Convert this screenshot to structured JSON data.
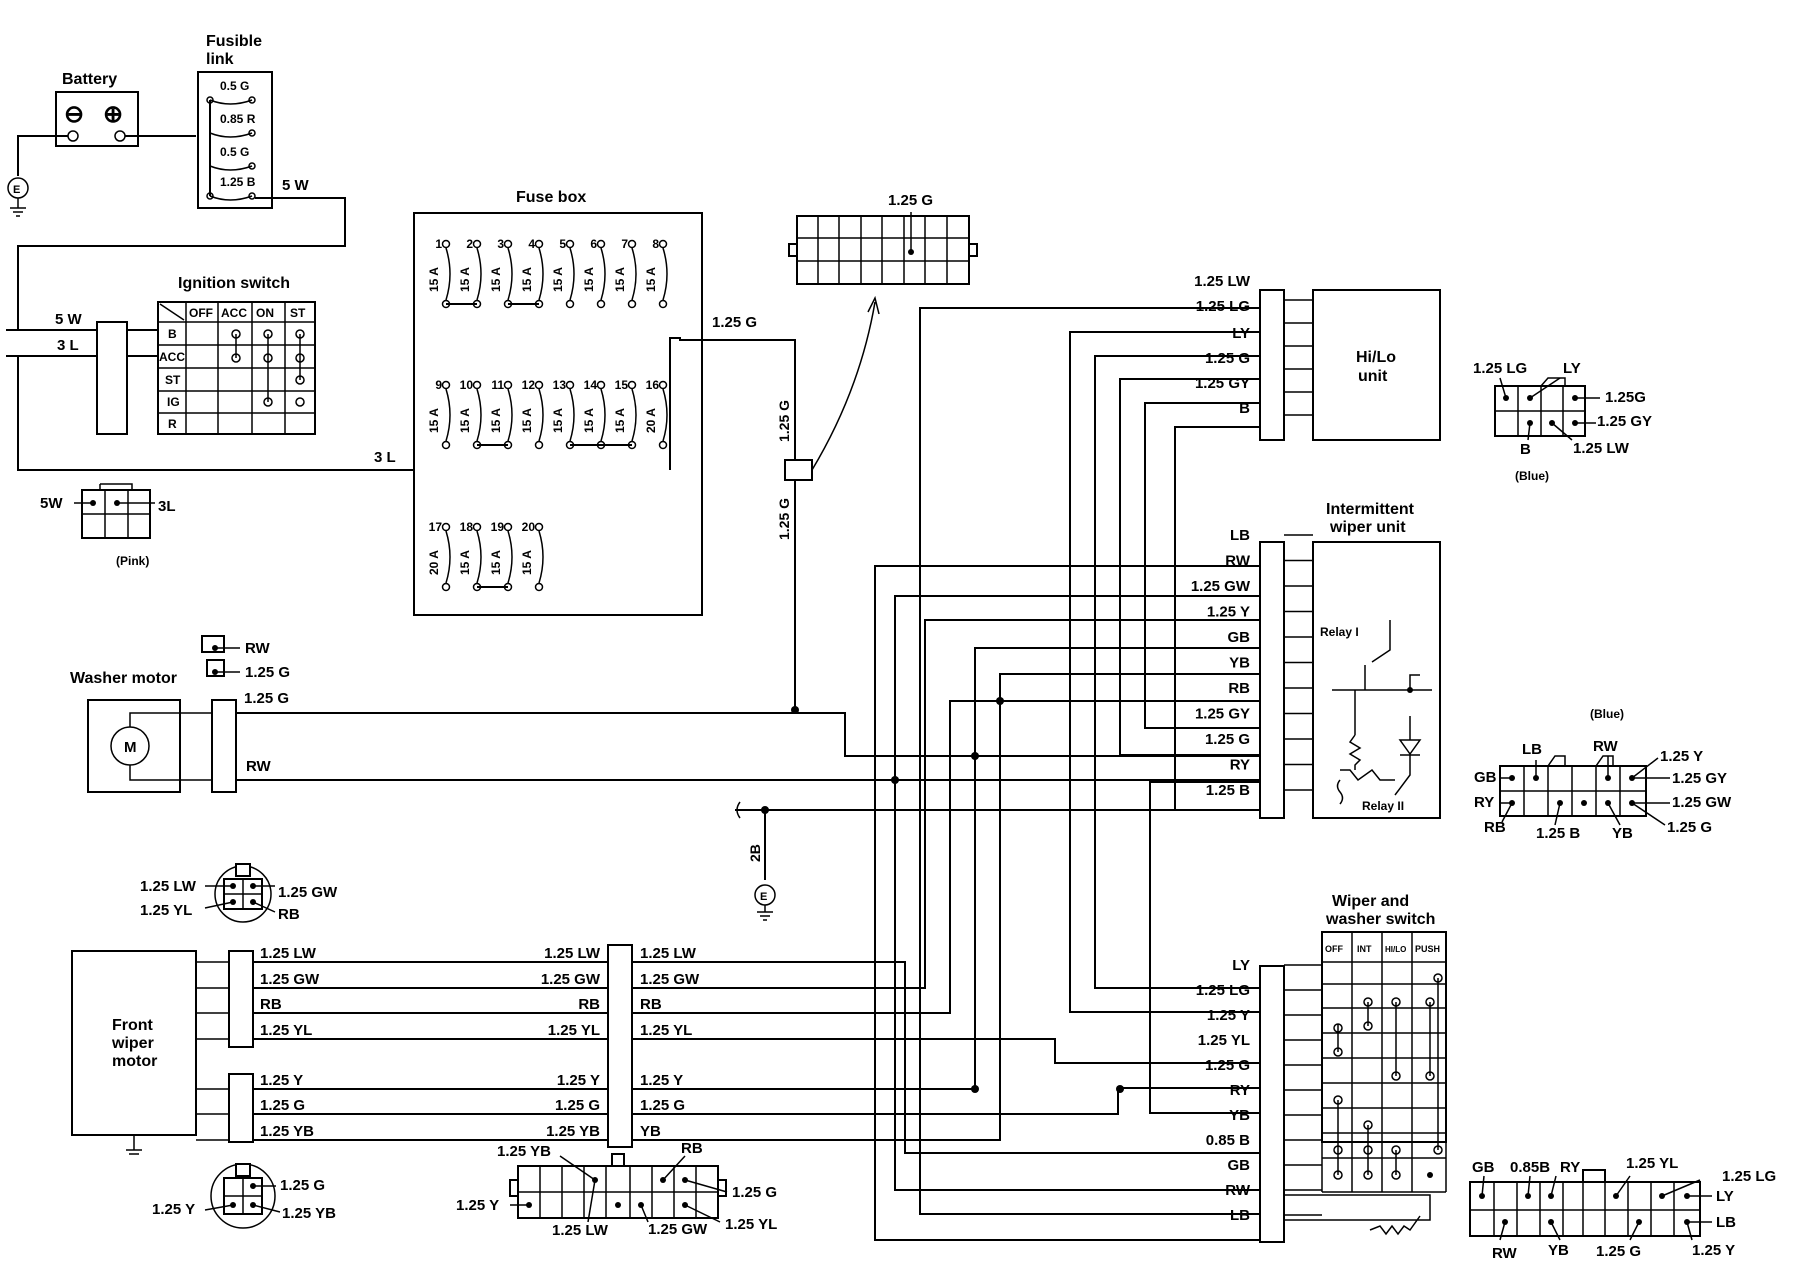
{
  "battery": {
    "title": "Battery",
    "minus": "⊖",
    "plus": "⊕"
  },
  "fusible_link": {
    "title_1": "Fusible",
    "title_2": "link",
    "links": [
      "0.5 G",
      "0.85 R",
      "0.5 G",
      "1.25 B"
    ],
    "out_wire": "5 W"
  },
  "ignition": {
    "title": "Ignition switch",
    "cols": [
      "OFF",
      "ACC",
      "ON",
      "ST"
    ],
    "rows": [
      "B",
      "ACC",
      "ST",
      "IG",
      "R"
    ],
    "wire_5w": "5 W",
    "wire_3l": "3 L",
    "wire_3l_bottom": "3 L"
  },
  "ign_connector": {
    "left": "5W",
    "right": "3L",
    "color": "(Pink)"
  },
  "fuse_box": {
    "title": "Fuse box",
    "numbers": [
      "1",
      "2",
      "3",
      "4",
      "5",
      "6",
      "7",
      "8",
      "9",
      "10",
      "11",
      "12",
      "13",
      "14",
      "15",
      "16",
      "17",
      "18",
      "19",
      "20"
    ],
    "ratings": [
      "15 A",
      "15 A",
      "15 A",
      "15 A",
      "15 A",
      "15 A",
      "15 A",
      "15 A",
      "15 A",
      "15 A",
      "15 A",
      "15 A",
      "15 A",
      "15 A",
      "15 A",
      "20 A",
      "20 A",
      "15 A",
      "15 A",
      "15 A"
    ],
    "out_wire": "1.25 G"
  },
  "feed": {
    "v1": "1.25 G",
    "v2": "1.25 G",
    "ground": "2B"
  },
  "top_connector": {
    "label": "1.25 G"
  },
  "hilo": {
    "title_1": "Hi/Lo",
    "title_2": "unit",
    "wires": [
      "1.25 LW",
      "1.25 LG",
      "LY",
      "1.25 G",
      "1.25 GY",
      "B"
    ]
  },
  "hilo_conn": {
    "lg": "1.25 LG",
    "ly": "LY",
    "g": "1.25G",
    "gy": "1.25 GY",
    "b": "B",
    "lw": "1.25 LW",
    "color": "(Blue)"
  },
  "intermittent": {
    "title_1": "Intermittent",
    "title_2": "wiper unit",
    "relay1": "Relay I",
    "relay2": "Relay II",
    "wires": [
      "LB",
      "RW",
      "1.25 GW",
      "1.25 Y",
      "GB",
      "YB",
      "RB",
      "1.25 GY",
      "1.25 G",
      "RY",
      "1.25 B"
    ]
  },
  "int_conn": {
    "color": "(Blue)",
    "lb": "LB",
    "rw": "RW",
    "y": "1.25 Y",
    "gb": "GB",
    "gy": "1.25 GY",
    "ry": "RY",
    "gw": "1.25 GW",
    "rb": "RB",
    "b": "1.25 B",
    "yb": "YB",
    "g": "1.25 G"
  },
  "washer": {
    "title": "Washer motor",
    "motor": "M",
    "w_g": "1.25 G",
    "w_rw": "RW",
    "conn_rw": "RW",
    "conn_g": "1.25 G"
  },
  "front_wiper": {
    "title_1": "Front",
    "title_2": "wiper",
    "title_3": "motor",
    "left_wires": [
      "1.25 LW",
      "1.25 GW",
      "RB",
      "1.25 YL",
      "1.25 Y",
      "1.25 G",
      "1.25 YB"
    ],
    "mid_wires": [
      "1.25 LW",
      "1.25 GW",
      "RB",
      "1.25 YL",
      "1.25 Y",
      "1.25 G",
      "1.25 YB"
    ],
    "right_wires": [
      "1.25 LW",
      "1.25 GW",
      "RB",
      "1.25 YL",
      "1.25 Y",
      "1.25 G",
      "YB"
    ]
  },
  "wiper_conn_top": {
    "lw": "1.25 LW",
    "gw": "1.25 GW",
    "yl": "1.25 YL",
    "rb": "RB"
  },
  "wiper_conn_bot": {
    "g": "1.25 G",
    "y": "1.25 Y",
    "yb": "1.25 YB"
  },
  "mid_conn": {
    "yb": "1.25 YB",
    "rb": "RB",
    "y": "1.25 Y",
    "g": "1.25 G",
    "lw": "1.25 LW",
    "gw": "1.25 GW",
    "yl": "1.25 YL"
  },
  "switch": {
    "title_1": "Wiper and",
    "title_2": "washer switch",
    "cols": [
      "OFF",
      "INT",
      "HI/LO",
      "PUSH"
    ],
    "wires": [
      "LY",
      "1.25 LG",
      "1.25 Y",
      "1.25 YL",
      "1.25 G",
      "RY",
      "YB",
      "0.85 B",
      "GB",
      "RW",
      "LB"
    ]
  },
  "sw_conn": {
    "gb": "GB",
    "b085": "0.85B",
    "ry": "RY",
    "yl": "1.25 YL",
    "lg": "1.25 LG",
    "ly": "LY",
    "lb": "LB",
    "rw": "RW",
    "yb": "YB",
    "g": "1.25 G",
    "y": "1.25 Y"
  }
}
